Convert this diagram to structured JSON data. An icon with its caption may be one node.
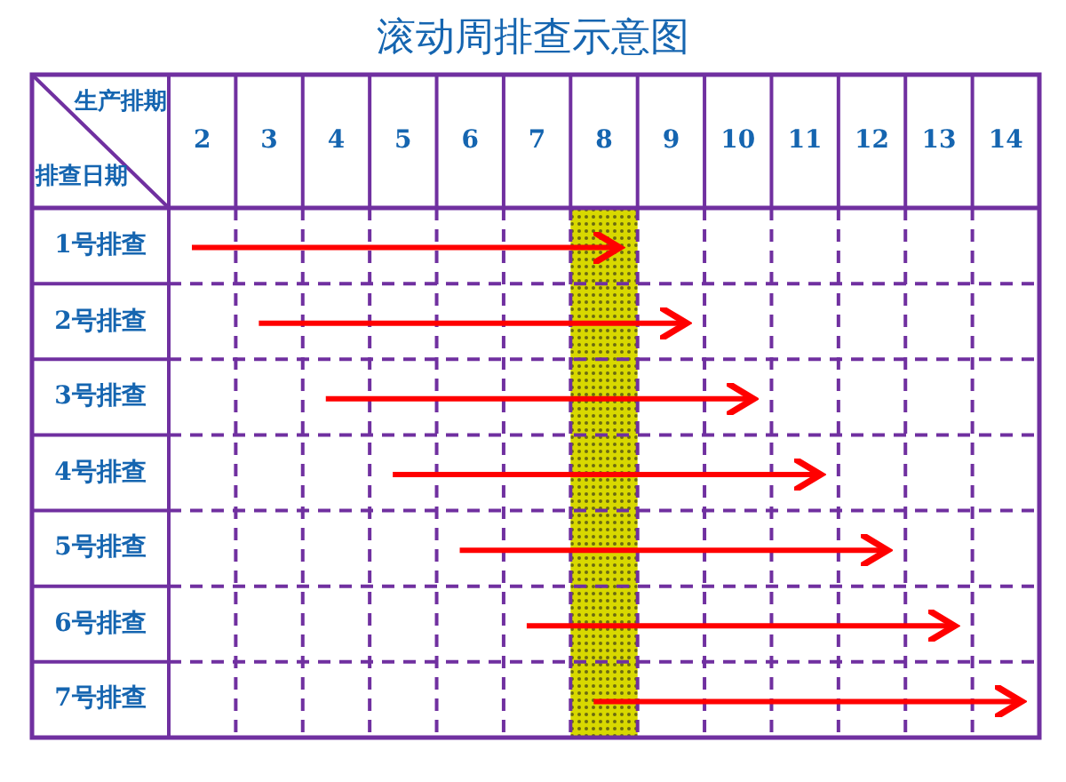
{
  "diagram": {
    "title": "滚动周排查示意图",
    "labels": [
      "生产排期",
      "排查日期",
      "2",
      "3",
      "4",
      "5",
      "6",
      "7",
      "8",
      "9",
      "10",
      "11",
      "12",
      "13",
      "14",
      "1号排查",
      "2号排查",
      "3号排查",
      "4号排查",
      "5号排查",
      "6号排查",
      "7号排查"
    ]
  }
}
